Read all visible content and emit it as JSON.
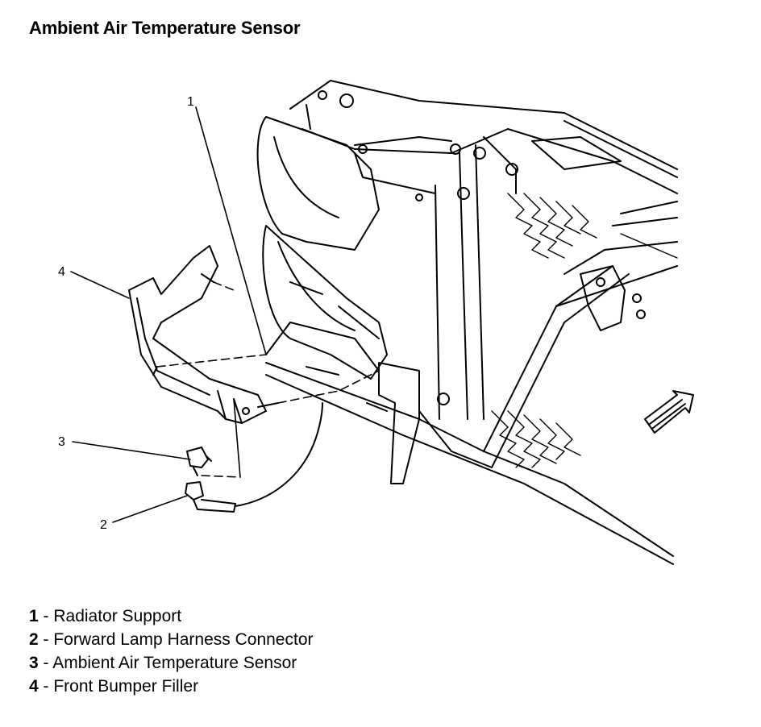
{
  "title": "Ambient Air Temperature Sensor",
  "callouts": [
    "1",
    "2",
    "3",
    "4"
  ],
  "legend": [
    {
      "num": "1",
      "text": " - Radiator Support"
    },
    {
      "num": "2",
      "text": " - Forward Lamp Harness Connector"
    },
    {
      "num": "3",
      "text": " - Ambient Air Temperature Sensor"
    },
    {
      "num": "4",
      "text": " - Front Bumper Filler"
    }
  ],
  "colors": {
    "line": "#000000",
    "background": "#ffffff"
  }
}
